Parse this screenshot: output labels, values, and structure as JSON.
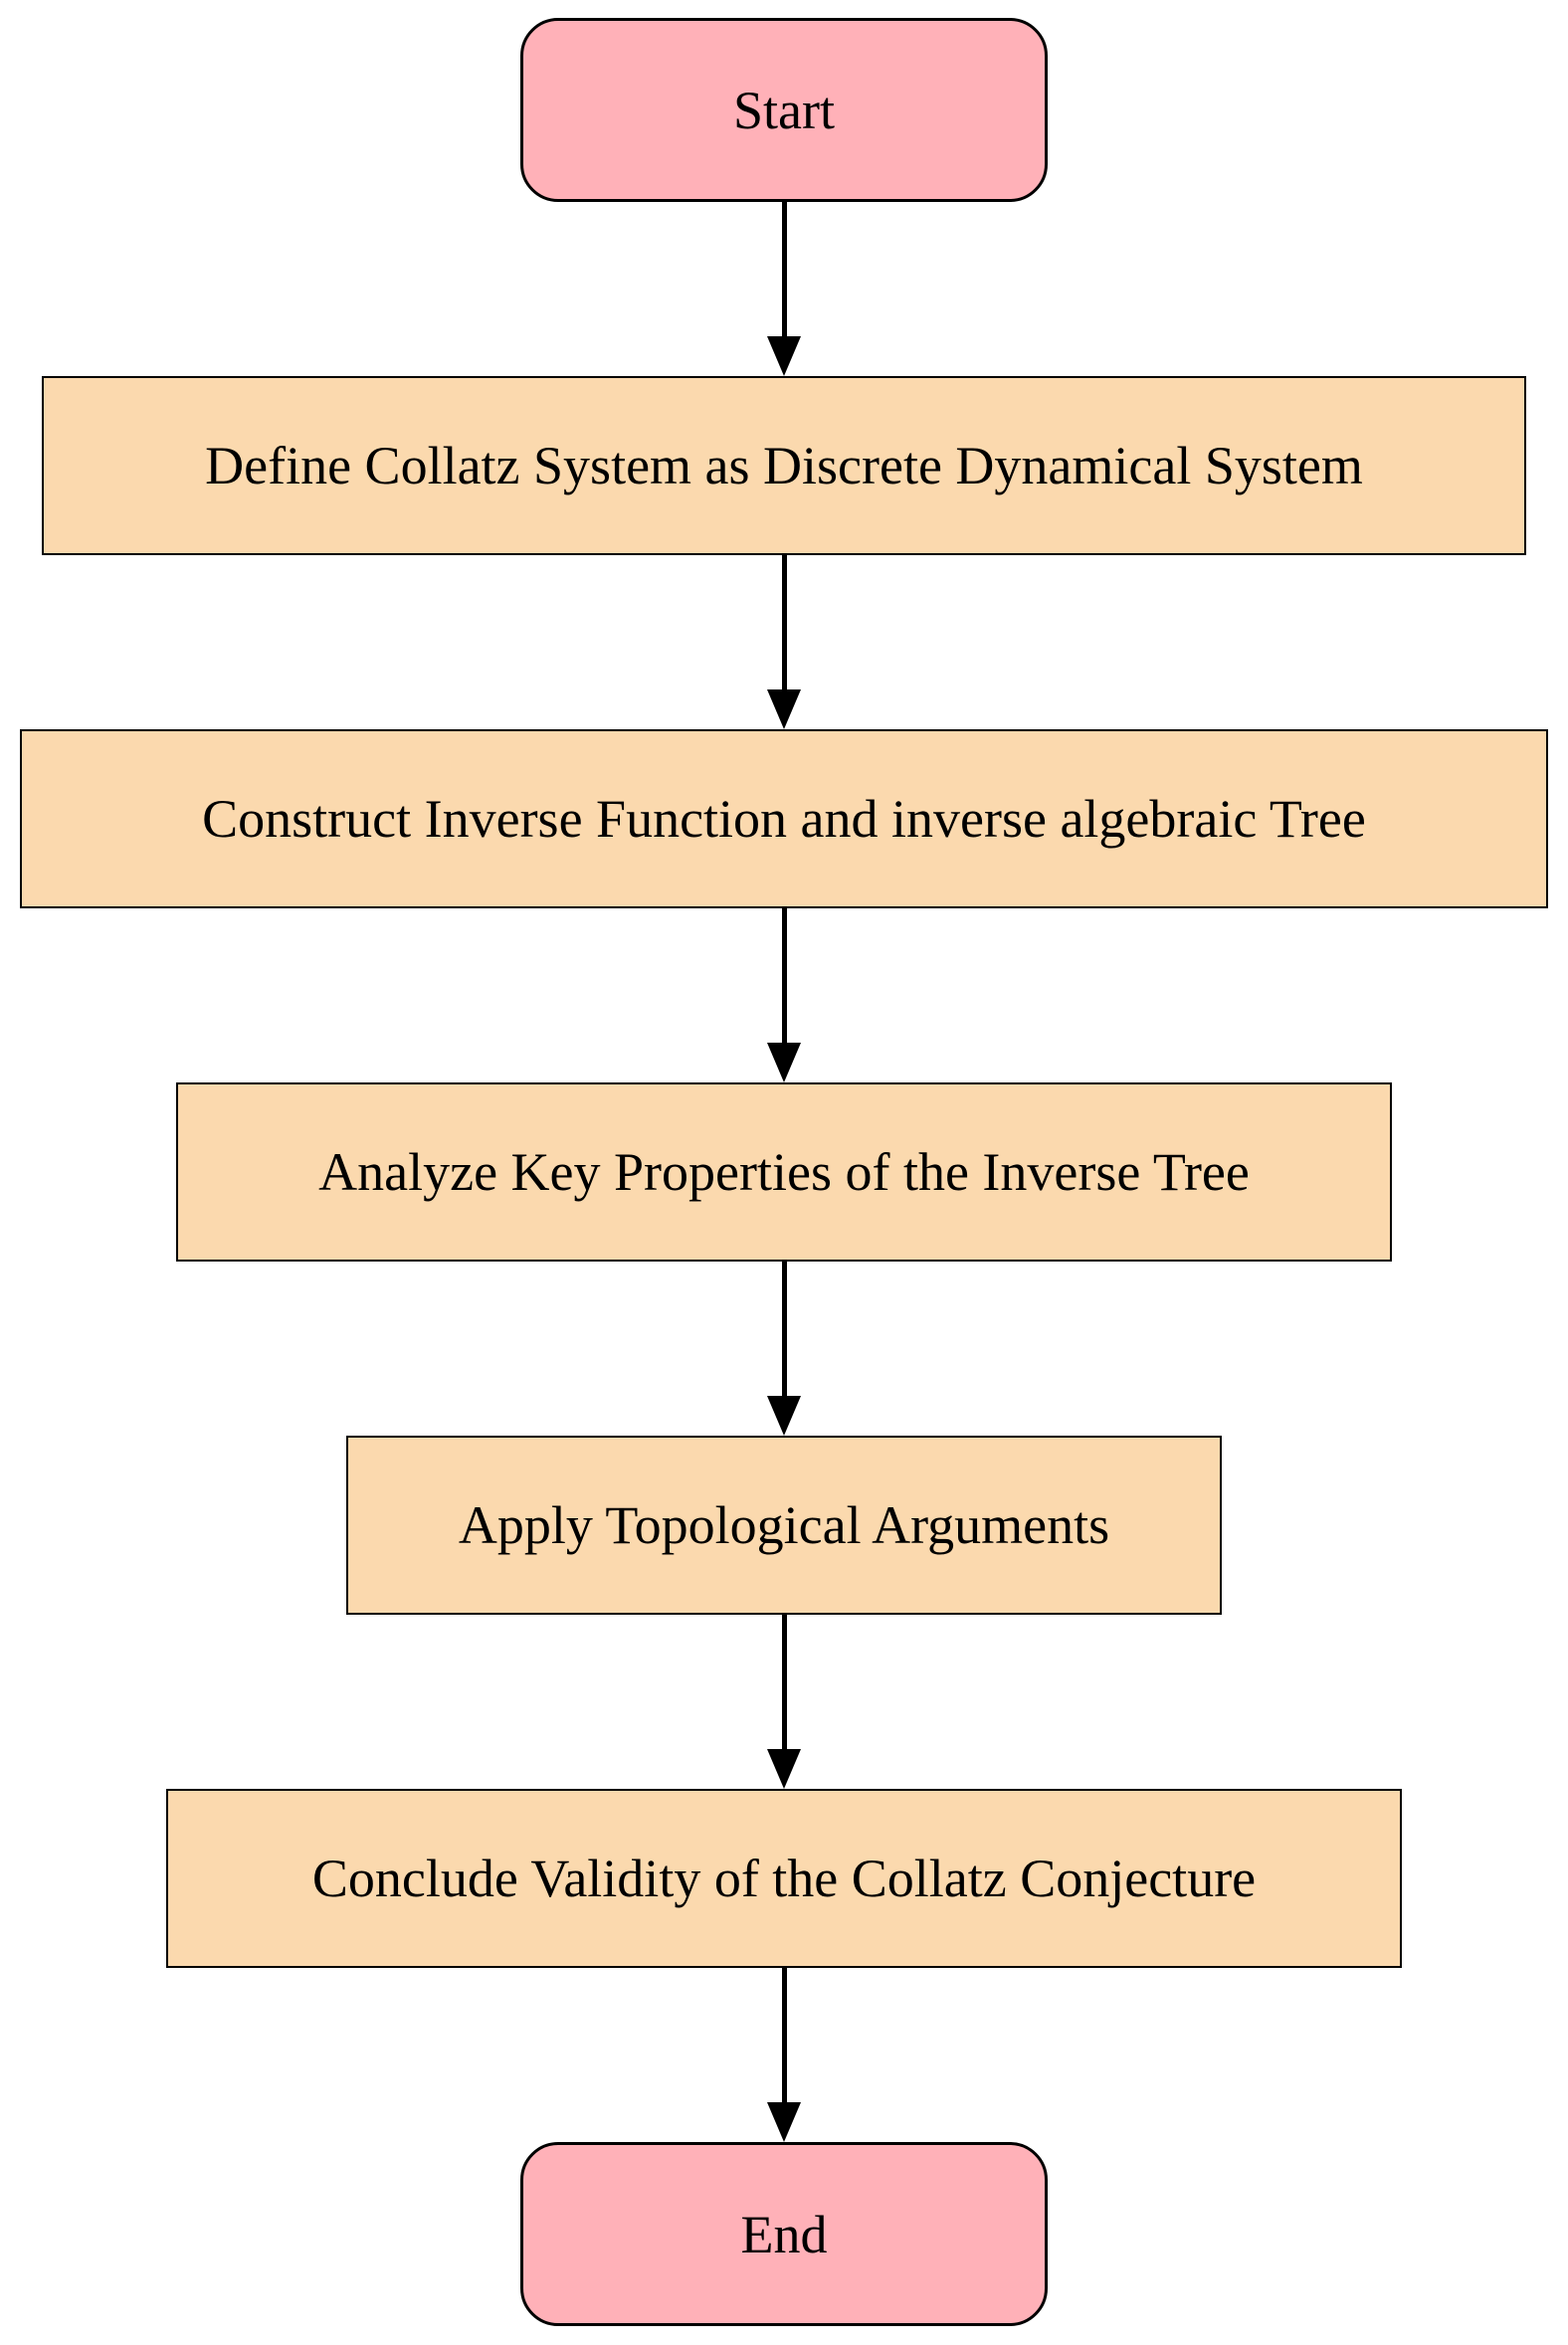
{
  "diagram": {
    "type": "flowchart",
    "direction": "top-to-bottom",
    "nodes": [
      {
        "id": "start",
        "type": "terminal",
        "label": "Start"
      },
      {
        "id": "step1",
        "type": "process",
        "label": "Define Collatz System as Discrete Dynamical System"
      },
      {
        "id": "step2",
        "type": "process",
        "label": "Construct Inverse Function and inverse algebraic Tree"
      },
      {
        "id": "step3",
        "type": "process",
        "label": "Analyze Key Properties of the Inverse Tree"
      },
      {
        "id": "step4",
        "type": "process",
        "label": "Apply Topological Arguments"
      },
      {
        "id": "step5",
        "type": "process",
        "label": "Conclude Validity of the Collatz Conjecture"
      },
      {
        "id": "end",
        "type": "terminal",
        "label": "End"
      }
    ],
    "edges": [
      {
        "from": "start",
        "to": "step1"
      },
      {
        "from": "step1",
        "to": "step2"
      },
      {
        "from": "step2",
        "to": "step3"
      },
      {
        "from": "step3",
        "to": "step4"
      },
      {
        "from": "step4",
        "to": "step5"
      },
      {
        "from": "step5",
        "to": "end"
      }
    ],
    "colors": {
      "terminal_fill": "#FFB1B8",
      "process_fill": "#FBD9AE",
      "border": "#000000",
      "arrow": "#000000",
      "background": "#FFFFFF"
    }
  }
}
